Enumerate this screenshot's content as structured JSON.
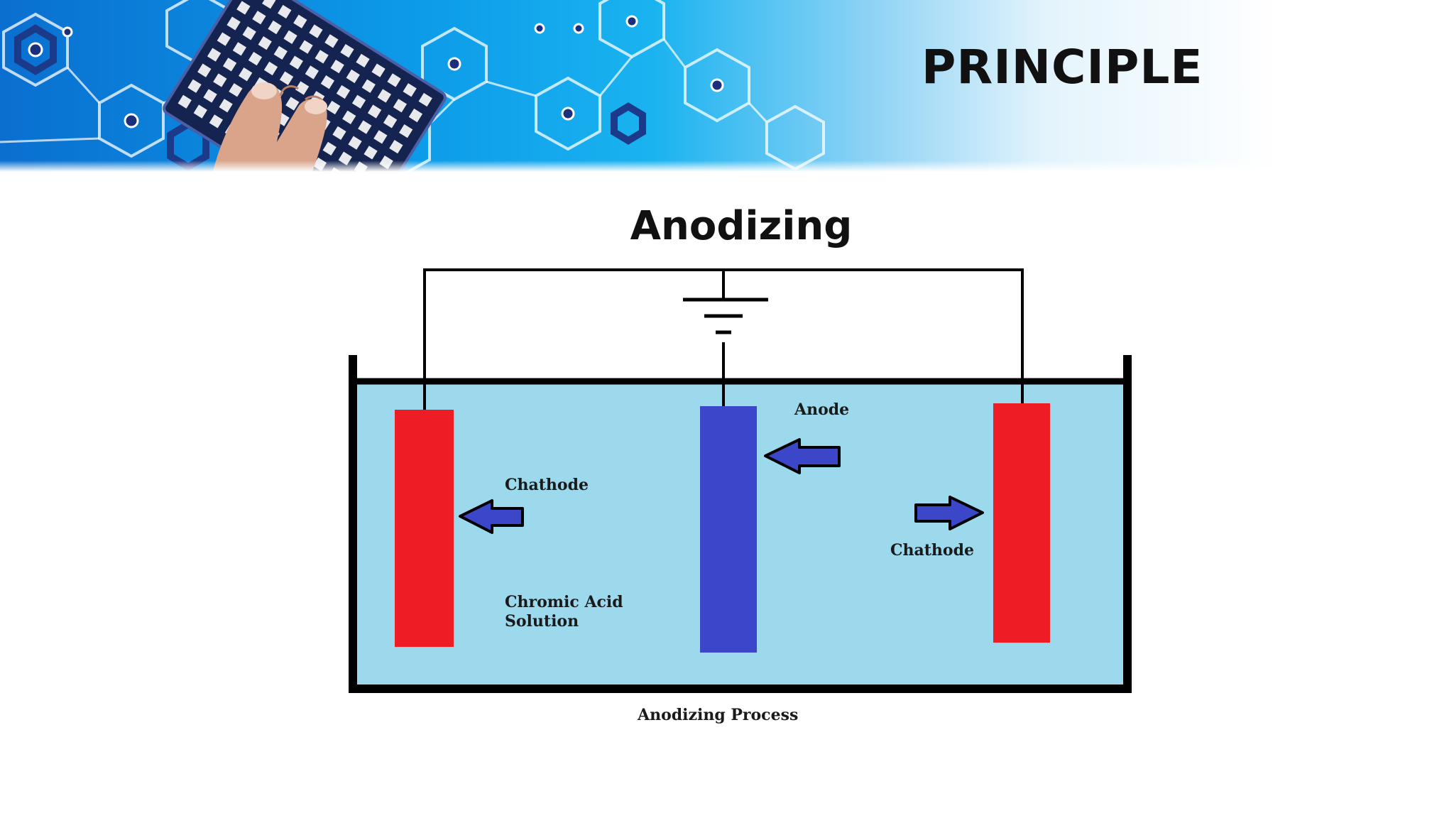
{
  "slide": {
    "title": "PRINCIPLE",
    "subtitle": "Anodizing"
  },
  "diagram": {
    "labels": {
      "anode": "Anode",
      "cathode_left": "Chathode",
      "cathode_right": "Chathode",
      "solution_line1": "Chromic Acid",
      "solution_line2": "Solution",
      "caption": "Anodizing Process"
    },
    "colors": {
      "solution": "#9dd9ec",
      "cathode": "#ee1c24",
      "anode": "#3c46c8",
      "arrow": "#3c46c8"
    }
  }
}
